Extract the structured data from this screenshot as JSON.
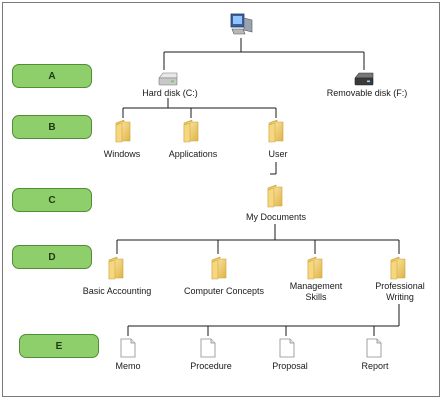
{
  "levels": {
    "a": "A",
    "b": "B",
    "c": "C",
    "d": "D",
    "e": "E"
  },
  "root": {
    "icon": "computer-icon"
  },
  "drives": {
    "hard_disk": {
      "label": "Hard disk (C:)",
      "icon": "hard-drive-icon"
    },
    "removable": {
      "label": "Removable disk (F:)",
      "icon": "removable-drive-icon"
    }
  },
  "folders_b": {
    "windows": {
      "label": "Windows",
      "icon": "folder-icon"
    },
    "applications": {
      "label": "Applications",
      "icon": "folder-icon"
    },
    "user": {
      "label": "User",
      "icon": "folder-icon"
    }
  },
  "folder_c": {
    "label": "My Documents",
    "icon": "folder-icon"
  },
  "folders_d": {
    "basic_accounting": {
      "label": "Basic Accounting",
      "icon": "folder-icon"
    },
    "computer_concepts": {
      "label": "Computer Concepts",
      "icon": "folder-icon"
    },
    "management_skills": {
      "label": "Management Skills",
      "line1": "Management",
      "line2": "Skills",
      "icon": "folder-icon"
    },
    "professional_writing": {
      "label": "Professional Writing",
      "line1": "Professional",
      "line2": "Writing",
      "icon": "folder-icon"
    }
  },
  "files_e": {
    "memo": {
      "label": "Memo",
      "icon": "document-icon"
    },
    "procedure": {
      "label": "Procedure",
      "icon": "document-icon"
    },
    "proposal": {
      "label": "Proposal",
      "icon": "document-icon"
    },
    "report": {
      "label": "Report",
      "icon": "document-icon"
    }
  },
  "colors": {
    "level_tag": "#8fcf6b",
    "level_tag_border": "#4f8f33",
    "folder": "#f2cd6a",
    "connector": "#1a1a1a"
  }
}
